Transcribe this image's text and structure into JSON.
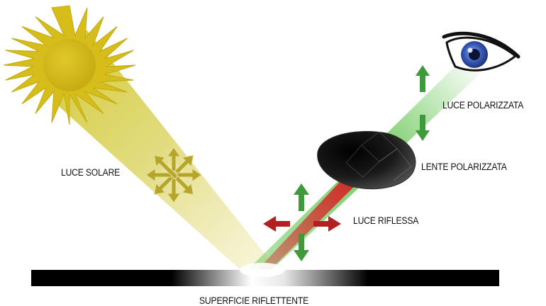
{
  "labels": {
    "sunlight": "LUCE SOLARE",
    "polarized_light": "LUCE POLARIZZATA",
    "polarized_lens": "LENTE POLARIZZATA",
    "reflected_light": "LUCE RIFLESSA",
    "reflective_surface": "SUPERFICIE RIFLETTENTE"
  },
  "colors": {
    "sun": "#d8c01a",
    "sun_beam": "#d4cc3c",
    "beam_green": "#5cc24a",
    "beam_red": "#d62a2a",
    "arrow_green": "#3f9a3a",
    "arrow_red": "#b51f1f",
    "arrow_gold": "#b5a628",
    "eye_iris": "#2f4fa8",
    "lens": "#1a1a1a",
    "surface": "#000000"
  },
  "icons": [
    "sun-icon",
    "eye-icon",
    "polarized-lens-icon",
    "unpolarized-light-icon"
  ]
}
